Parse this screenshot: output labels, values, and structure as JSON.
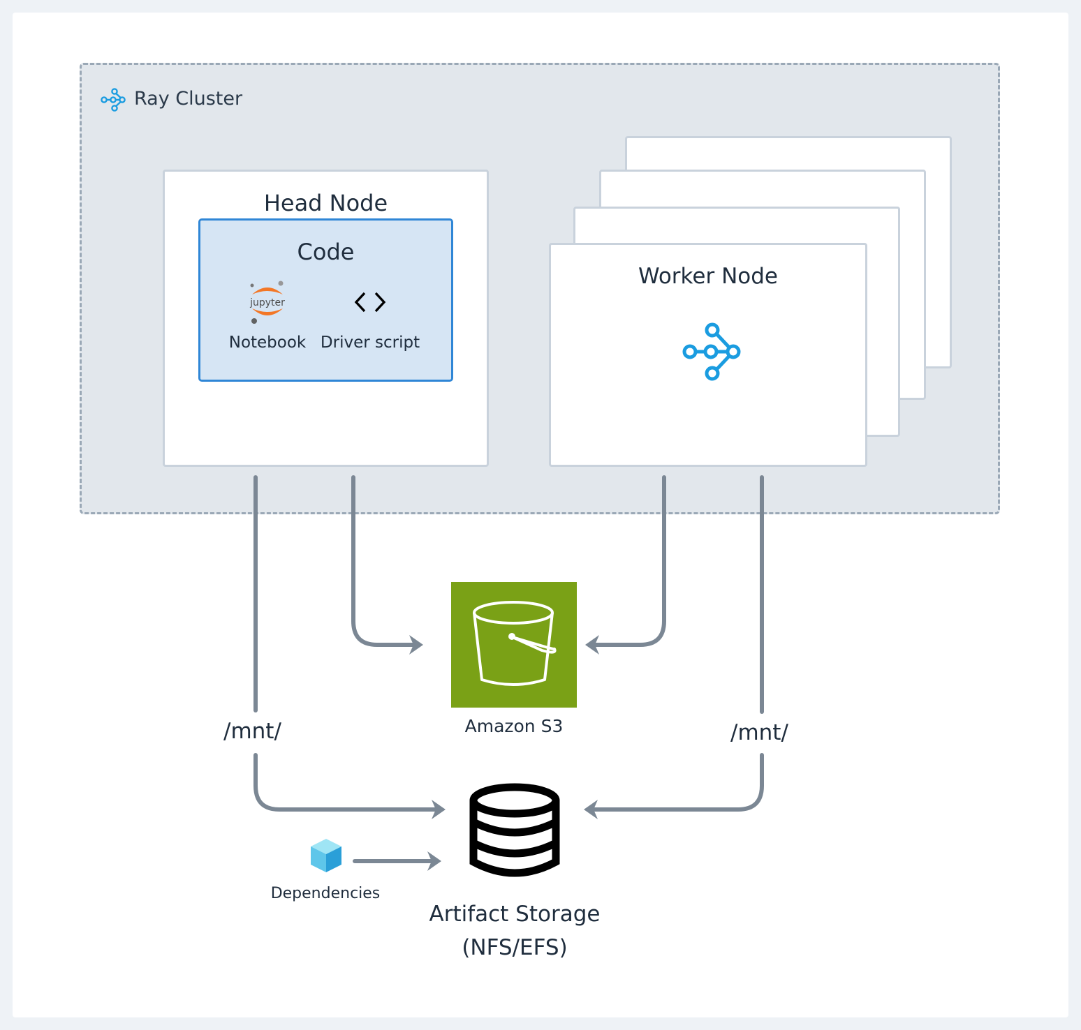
{
  "cluster": {
    "title": "Ray Cluster",
    "icon": "ray-icon"
  },
  "head_node": {
    "title": "Head Node",
    "code": {
      "title": "Code",
      "items": [
        {
          "label": "Notebook",
          "icon": "jupyter-icon",
          "icon_text": "jupyter"
        },
        {
          "label": "Driver script",
          "icon": "code-brackets-icon"
        }
      ]
    }
  },
  "worker_node": {
    "title": "Worker Node",
    "icon": "ray-icon"
  },
  "s3": {
    "label": "Amazon S3",
    "icon": "s3-bucket-icon",
    "color": "#7aa116"
  },
  "storage": {
    "label_line1": "Artifact Storage",
    "label_line2": "(NFS/EFS)",
    "icon": "database-icon"
  },
  "dependencies": {
    "label": "Dependencies",
    "icon": "cube-icon"
  },
  "mounts": {
    "left": "/mnt/",
    "right": "/mnt/"
  },
  "colors": {
    "accent": "#1a9ce0",
    "code_box_border": "#2f86d6",
    "arrow": "#7b8794"
  }
}
